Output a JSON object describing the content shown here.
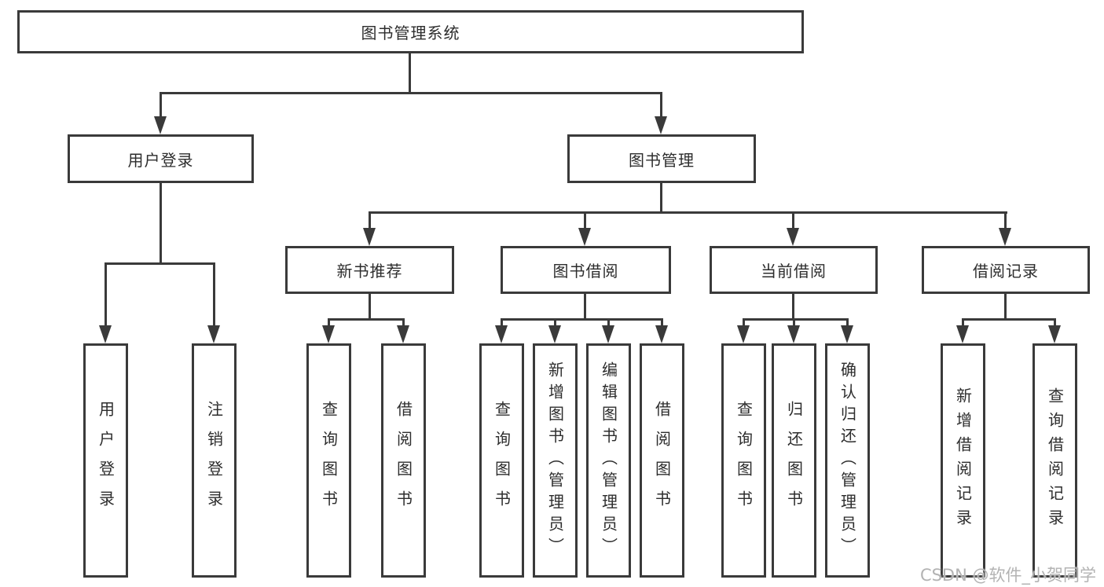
{
  "diagram": {
    "type": "tree",
    "tree": {
      "label": "图书管理系统",
      "children": [
        {
          "label": "用户登录",
          "children": [
            {
              "label": "用户登录"
            },
            {
              "label": "注销登录"
            }
          ]
        },
        {
          "label": "图书管理",
          "children": [
            {
              "label": "新书推荐",
              "children": [
                {
                  "label": "查询图书"
                },
                {
                  "label": "借阅图书"
                }
              ]
            },
            {
              "label": "图书借阅",
              "children": [
                {
                  "label": "查询图书"
                },
                {
                  "label": "新增图书（管理员）"
                },
                {
                  "label": "编辑图书（管理员）"
                },
                {
                  "label": "借阅图书"
                }
              ]
            },
            {
              "label": "当前借阅",
              "children": [
                {
                  "label": "查询图书"
                },
                {
                  "label": "归还图书"
                },
                {
                  "label": "确认归还（管理员）"
                }
              ]
            },
            {
              "label": "借阅记录",
              "children": [
                {
                  "label": "新增借阅记录"
                },
                {
                  "label": "查询借阅记录"
                }
              ]
            }
          ]
        }
      ]
    },
    "colors": {
      "line": "#3a3a3a",
      "text": "#2d2d2d",
      "box_fill": "#ffffff",
      "background": "#ffffff",
      "watermark": "#b3b3b3"
    }
  },
  "watermark": {
    "text": "CSDN @软件_小贺同学"
  }
}
